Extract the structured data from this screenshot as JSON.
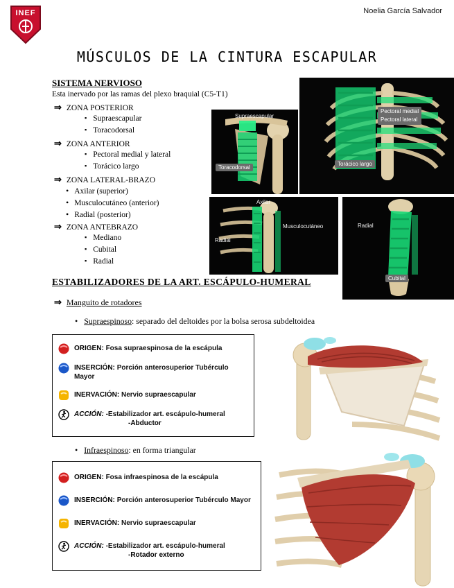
{
  "header": {
    "logo": "INEF",
    "author": "Noelia García Salvador"
  },
  "title": "MÚSCULOS DE LA CINTURA ESCAPULAR",
  "nervioso": {
    "heading": "SISTEMA NERVIOSO",
    "intro": "Esta inervado por las ramas del plexo braquial (C5-T1)",
    "zones": [
      {
        "title": "ZONA POSTERIOR",
        "items": [
          "Supraescapular",
          "Toracodorsal"
        ]
      },
      {
        "title": "ZONA ANTERIOR",
        "items": [
          "Pectoral medial y lateral",
          "Torácico largo"
        ]
      },
      {
        "title": "ZONA LATERAL-BRAZO",
        "items": [
          "Axilar (superior)",
          "Musculocutáneo (anterior)",
          "Radial (posterior)"
        ]
      },
      {
        "title": "ZONA ANTEBRAZO",
        "items": [
          "Mediano",
          "Cubital",
          "Radial"
        ]
      }
    ]
  },
  "estabilizadores": {
    "heading": "ESTABILIZADORES DE LA ART. ESCÁPULO-HUMERAL",
    "subheading": "Manguito de rotadores",
    "supraespinoso_name": "Supraespinoso",
    "supraespinoso_desc": ": separado del deltoides por la bolsa serosa subdeltoidea",
    "infraespinoso_name": "Infraespinoso",
    "infraespinoso_desc": ": en forma triangular"
  },
  "boxes": [
    {
      "rows": [
        {
          "label": "ORIGEN:",
          "value": "Fosa supraespinosa de la escápula"
        },
        {
          "label": "INSERCIÓN:",
          "value": "Porción anterosuperior Tubérculo Mayor"
        },
        {
          "label": "INERVACIÓN:",
          "value": "Nervio supraescapular"
        },
        {
          "label": "ACCIÓN:",
          "value": "-Estabilizador art. escápulo-humeral",
          "value2": "-Abductor"
        }
      ]
    },
    {
      "rows": [
        {
          "label": "ORIGEN:",
          "value": "Fosa infraespinosa de la escápula"
        },
        {
          "label": "INSERCIÓN:",
          "value": "Porción anterosuperior Tubérculo Mayor"
        },
        {
          "label": "INERVACIÓN:",
          "value": "Nervio supraescapular"
        },
        {
          "label": "ACCIÓN:",
          "value": "-Estabilizador art. escápulo-humeral",
          "value2": "-Rotador externo"
        }
      ]
    }
  ],
  "figures": {
    "posterior": {
      "label1": "Supraescapular",
      "label2": "Toracodorsal"
    },
    "anterior": {
      "label1": "Pectoral medial",
      "label2": "Pectoral lateral",
      "label3": "Torácico largo"
    },
    "brazo": {
      "label1": "Axilar",
      "label2": "Musculocutáneo",
      "label3": "Radial"
    },
    "antebrazo": {
      "label1": "Radial",
      "label2": "Cubital"
    }
  },
  "colors": {
    "highlight_green": "#1fe07a",
    "muscle_red": "#b23b31",
    "bone_tan": "#e3d3ae",
    "cartilage_cyan": "#8fdfe6",
    "logo_red": "#c8102e"
  }
}
